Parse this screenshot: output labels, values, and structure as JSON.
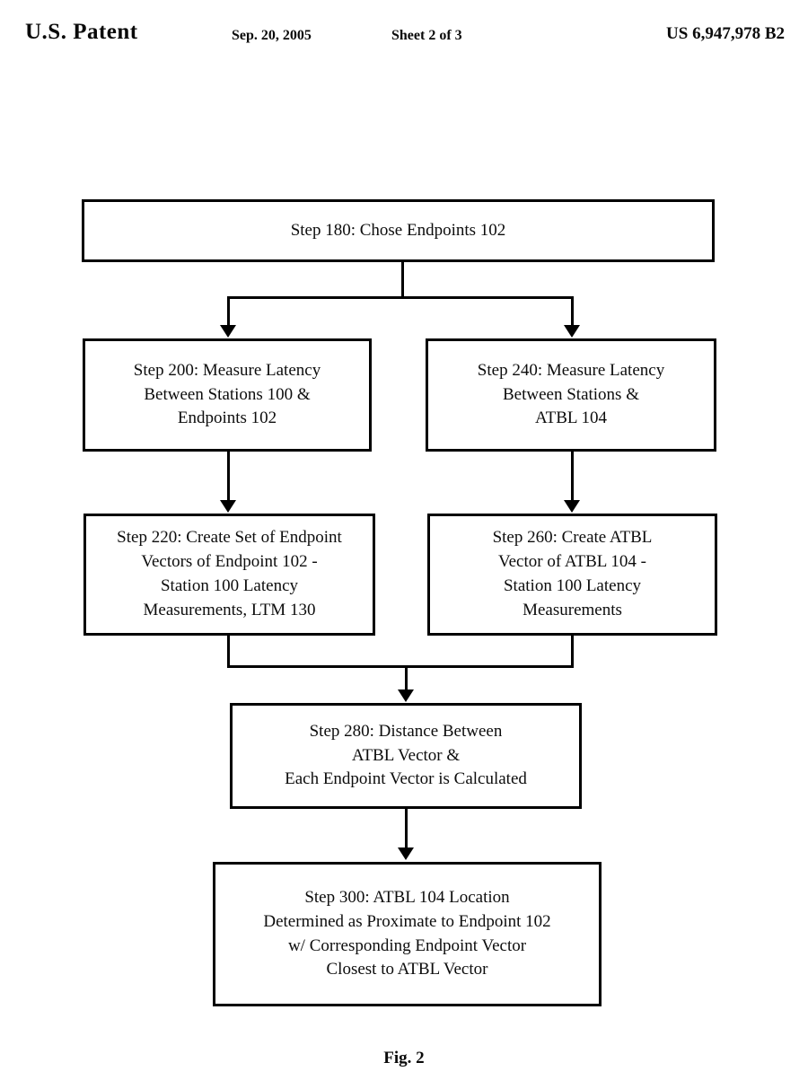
{
  "header": {
    "title": "U.S. Patent",
    "date": "Sep. 20, 2005",
    "sheet": "Sheet 2 of 3",
    "patent_number": "US 6,947,978 B2"
  },
  "figure": {
    "caption": "Fig. 2"
  },
  "flowchart": {
    "nodes": [
      {
        "id": "step180",
        "label": "Step 180:  Chose Endpoints 102"
      },
      {
        "id": "step200",
        "label": "Step 200:  Measure Latency\nBetween Stations 100 &\nEndpoints 102"
      },
      {
        "id": "step240",
        "label": "Step 240:  Measure Latency\nBetween Stations &\nATBL 104"
      },
      {
        "id": "step220",
        "label": "Step 220: Create Set of Endpoint\nVectors of Endpoint 102 -\nStation 100 Latency\nMeasurements, LTM 130"
      },
      {
        "id": "step260",
        "label": "Step 260:  Create ATBL\nVector of ATBL 104 -\nStation 100 Latency\nMeasurements"
      },
      {
        "id": "step280",
        "label": "Step 280:  Distance Between\nATBL Vector &\nEach Endpoint Vector is Calculated"
      },
      {
        "id": "step300",
        "label": "Step 300:  ATBL 104 Location\nDetermined as Proximate to Endpoint 102\nw/ Corresponding Endpoint Vector\nClosest to ATBL Vector"
      }
    ]
  },
  "colors": {
    "ink": "#000000",
    "page": "#ffffff"
  }
}
